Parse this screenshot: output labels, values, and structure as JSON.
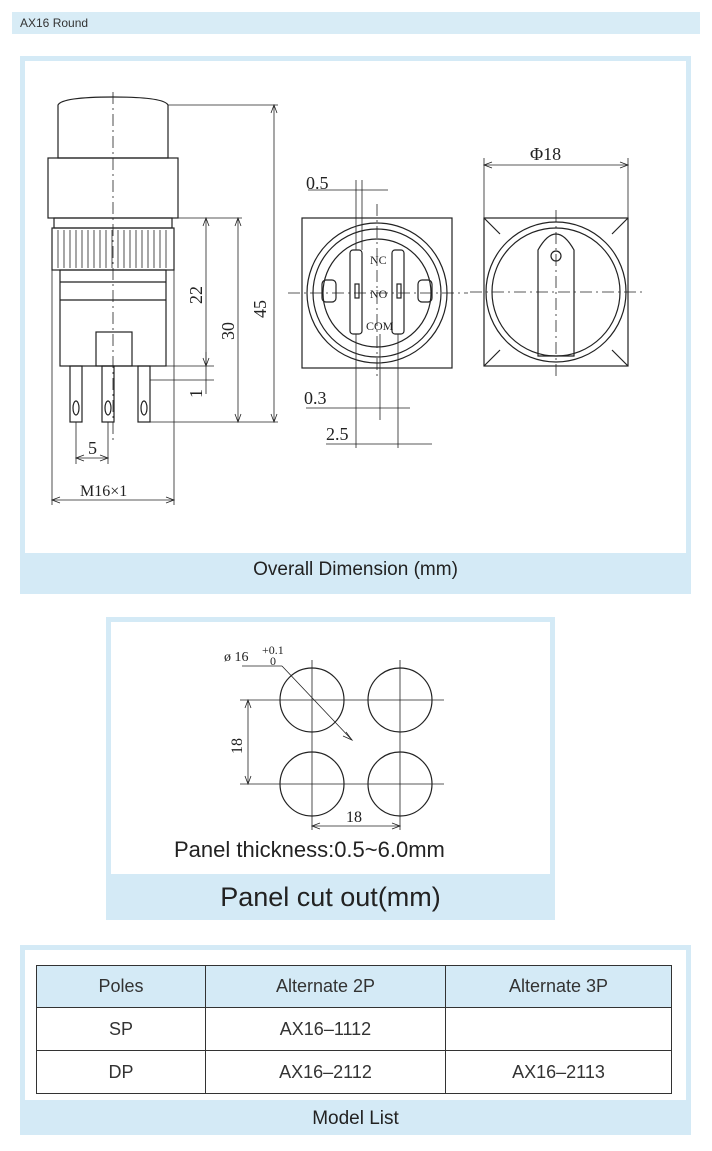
{
  "header": {
    "title": "AX16   Round"
  },
  "overall": {
    "caption": "Overall  Dimension (mm)",
    "dims": {
      "d05": "0.5",
      "phi18": "Φ18",
      "d22": "22",
      "d30": "30",
      "d45": "45",
      "d1": "1",
      "d5": "5",
      "m16": "M16×1",
      "d03": "0.3",
      "d25": "2.5"
    },
    "terminals": {
      "nc": "NC",
      "no": "NO",
      "com": "COM"
    }
  },
  "cutout": {
    "dia_label": "ø 16",
    "tol_plus": "+0.1",
    "tol_zero": "0",
    "v18": "18",
    "h18": "18",
    "thickness": "Panel thickness:0.5~6.0mm",
    "caption": "Panel cut out(mm)"
  },
  "model_list": {
    "caption": "Model List",
    "headers": [
      "Poles",
      "Alternate 2P",
      "Alternate 3P"
    ],
    "rows": [
      [
        "SP",
        "AX16–1112",
        ""
      ],
      [
        "DP",
        "AX16–2112",
        "AX16–2113"
      ]
    ]
  },
  "colors": {
    "panel": "#d4eaf6",
    "line": "#222222"
  }
}
